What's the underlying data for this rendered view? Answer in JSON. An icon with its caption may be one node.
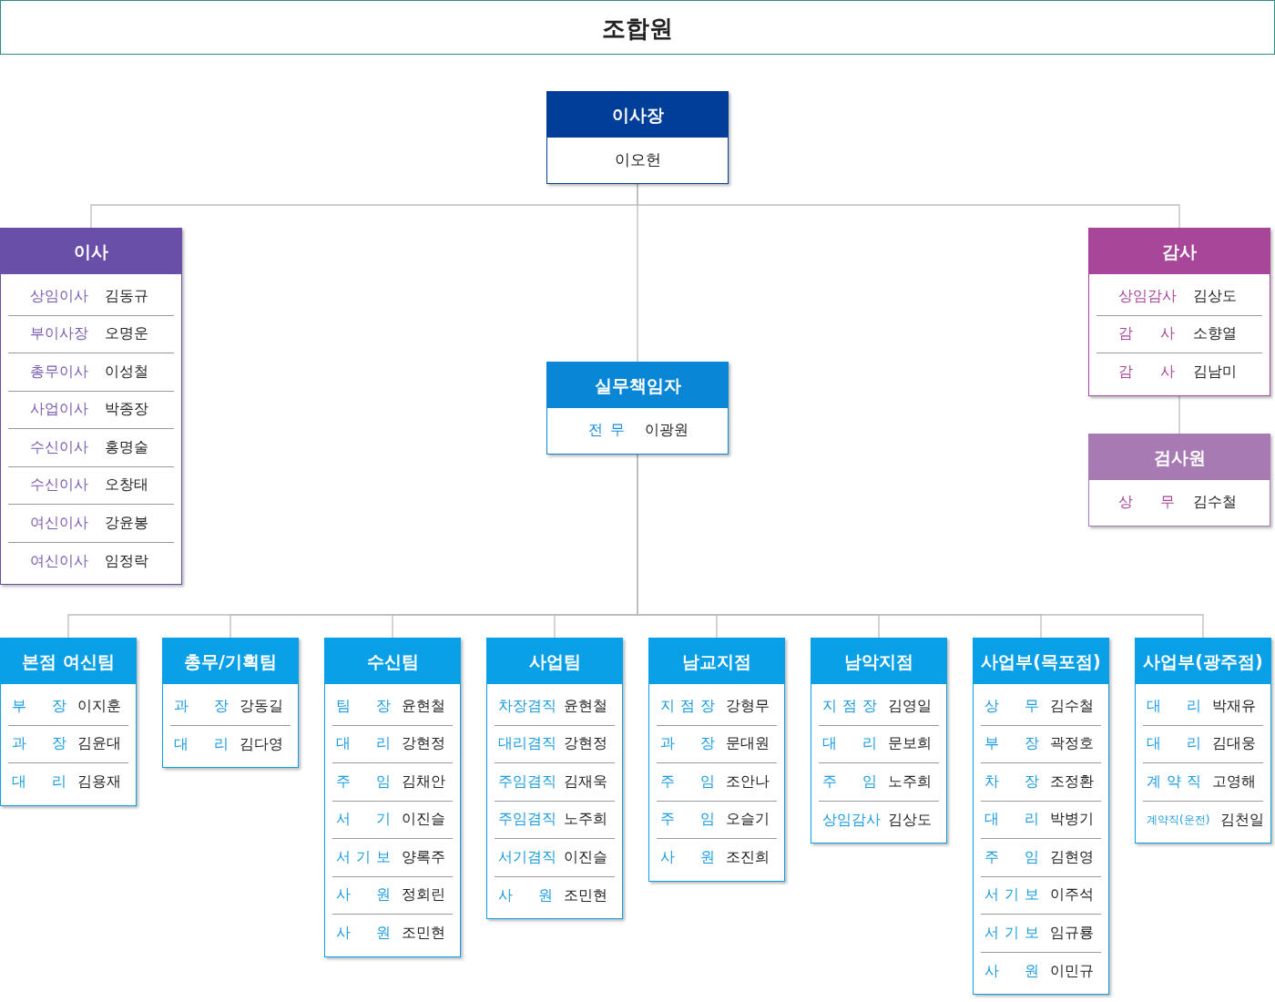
{
  "diagram": {
    "title": "조합원",
    "nodes": [
      {
        "text": [
          "이사장",
          "이오헌"
        ]
      },
      {
        "text": [
          "이사",
          "상임이사",
          "김동규",
          "부이사장",
          "오명운",
          "총무이사",
          "이성철",
          "사업이사",
          "박종장",
          "수신이사",
          "홍명술",
          "수신이사",
          "오창태",
          "여신이사",
          "강윤봉",
          "여신이사",
          "임정락"
        ]
      },
      {
        "text": [
          "감사",
          "상임감사",
          "김상도",
          "감 사",
          "소향열",
          "감 사",
          "김남미"
        ]
      },
      {
        "text": [
          "검사원",
          "상 무",
          "김수철"
        ]
      },
      {
        "text": [
          "실무책임자",
          "전 무",
          "이광원"
        ]
      },
      {
        "text": [
          "본점 여신팀",
          "부 장",
          "이지훈",
          "과 장",
          "김윤대",
          "대 리",
          "김용재"
        ]
      },
      {
        "text": [
          "총무/기획팀",
          "과 장",
          "강동길",
          "대 리",
          "김다영"
        ]
      },
      {
        "text": [
          "수신팀",
          "팀 장",
          "윤현철",
          "대 리",
          "강현정",
          "주 임",
          "김채안",
          "서 기",
          "이진슬",
          "서 기 보",
          "양록주",
          "사 원",
          "정회린",
          "사 원",
          "조민현"
        ]
      },
      {
        "text": [
          "사업팀",
          "차장겸직",
          "윤현철",
          "대리겸직",
          "강현정",
          "주임겸직",
          "김재욱",
          "주임겸직",
          "노주희",
          "서기겸직",
          "이진슬",
          "사 원",
          "조민현"
        ]
      },
      {
        "text": [
          "남교지점",
          "지 점 장",
          "강형무",
          "과 장",
          "문대원",
          "주 임",
          "조안나",
          "주 임",
          "오슬기",
          "사 원",
          "조진희"
        ]
      },
      {
        "text": [
          "남악지점",
          "지 점 장",
          "김영일",
          "대 리",
          "문보희",
          "주 임",
          "노주희",
          "상임감사",
          "김상도"
        ]
      },
      {
        "text": [
          "사업부(목포점)",
          "상 무",
          "김수철",
          "부 장",
          "곽정호",
          "차 장",
          "조정환",
          "대 리",
          "박병기",
          "주 임",
          "김현영",
          "서 기 보",
          "이주석",
          "서 기 보",
          "임규룡",
          "사 원",
          "이민규"
        ]
      },
      {
        "text": [
          "사업부(광주점)",
          "대 리",
          "박재유",
          "대 리",
          "김대웅",
          "계 약 직",
          "고영해",
          "계약직(운전)",
          "김천일"
        ]
      }
    ],
    "edges": [
      {
        "from": 0,
        "to": 1,
        "arrow": "none"
      },
      {
        "from": 0,
        "to": 2,
        "arrow": "none"
      },
      {
        "from": 0,
        "to": 4,
        "arrow": "none"
      },
      {
        "from": 2,
        "to": 3,
        "arrow": "none"
      },
      {
        "from": 4,
        "to": 5,
        "arrow": "none"
      },
      {
        "from": 4,
        "to": 6,
        "arrow": "none"
      },
      {
        "from": 4,
        "to": 7,
        "arrow": "none"
      },
      {
        "from": 4,
        "to": 8,
        "arrow": "none"
      },
      {
        "from": 4,
        "to": 9,
        "arrow": "none"
      },
      {
        "from": 4,
        "to": 10,
        "arrow": "none"
      },
      {
        "from": 4,
        "to": 11,
        "arrow": "none"
      },
      {
        "from": 4,
        "to": 12,
        "arrow": "none"
      }
    ]
  }
}
